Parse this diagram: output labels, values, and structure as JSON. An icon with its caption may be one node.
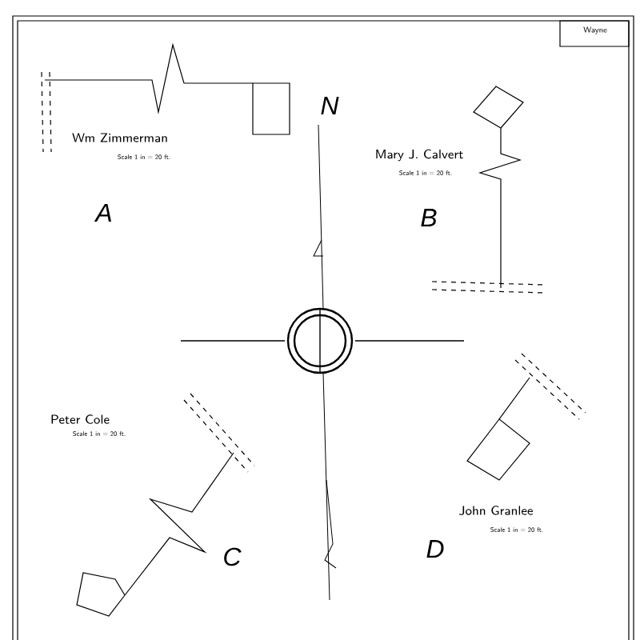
{
  "diagram": {
    "labels": [
      "Wayne",
      "N",
      "Wm Zimmerman",
      "Scale 1 in = 20 ft.",
      "A",
      "Mary J. Calvert",
      "Scale 1 in = 20 ft.",
      "B",
      "Peter Cole",
      "Scale 1 in = 20 ft.",
      "C",
      "John Granlee",
      "Scale 1 in = 20 ft.",
      "D"
    ]
  }
}
